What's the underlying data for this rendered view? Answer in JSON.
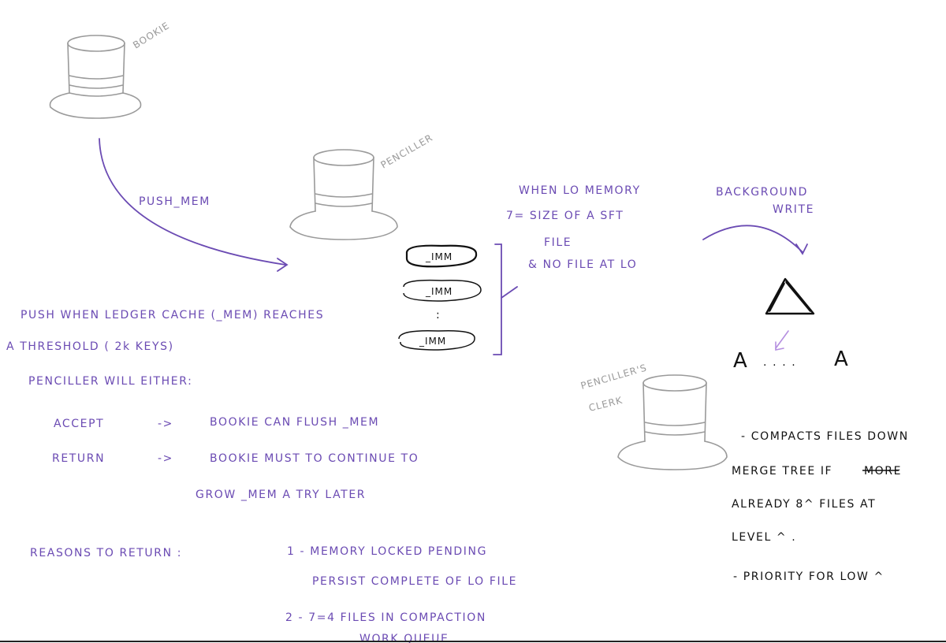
{
  "colors": {
    "purple_ink": "#6b4bb3",
    "grey_pencil": "#9a9a9a",
    "black_ink": "#111111"
  },
  "icons": [
    "top-hat-icon",
    "triangle-icon",
    "arrow-icon"
  ],
  "hats": {
    "bookie": "BOOKIE",
    "penciller": "PENCILLER",
    "clerk_line1": "PENCILLER'S",
    "clerk_line2": "CLERK"
  },
  "arrows": {
    "push_mem": "PUSH_MEM"
  },
  "imm_boxes": [
    "_IMM",
    "_IMM",
    "_IMM"
  ],
  "imm_ellipsis": ":",
  "when_note": [
    "WHEN LO MEMORY",
    "7= SIZE OF A SFT",
    "FILE",
    "& NO FILE AT LO"
  ],
  "background_write": [
    "BACKGROUND",
    "WRITE"
  ],
  "levels": {
    "left": "A",
    "dots": ". . . .",
    "right": "A"
  },
  "left_notes": {
    "line1": "PUSH WHEN LEDGER CACHE (_MEM) REACHES",
    "line2": "A THRESHOLD  ( 2k KEYS)",
    "line3": "PENCILLER  WILL EITHER:",
    "accept_label": "ACCEPT",
    "accept_arrow": "->",
    "accept_text": "BOOKIE CAN FLUSH _MEM",
    "return_label": "RETURN",
    "return_arrow": "->",
    "return_text": "BOOKIE MUST TO CONTINUE TO",
    "return_text2": "GROW _MEM  A TRY LATER"
  },
  "reasons": {
    "label": "REASONS TO RETURN :",
    "r1": "1 -  MEMORY LOCKED PENDING",
    "r1b": "PERSIST COMPLETE OF LO FILE",
    "r2": "2 -  7=4  FILES IN COMPACTION",
    "r2b": "WORK QUEUE"
  },
  "clerk_notes": {
    "n1": "- COMPACTS FILES DOWN",
    "n2a": "MERGE TREE IF",
    "n2_struck": "MORE",
    "n3": "ALREADY 8^ FILES AT",
    "n4": "LEVEL ^ .",
    "n5": "- PRIORITY FOR LOW ^"
  }
}
